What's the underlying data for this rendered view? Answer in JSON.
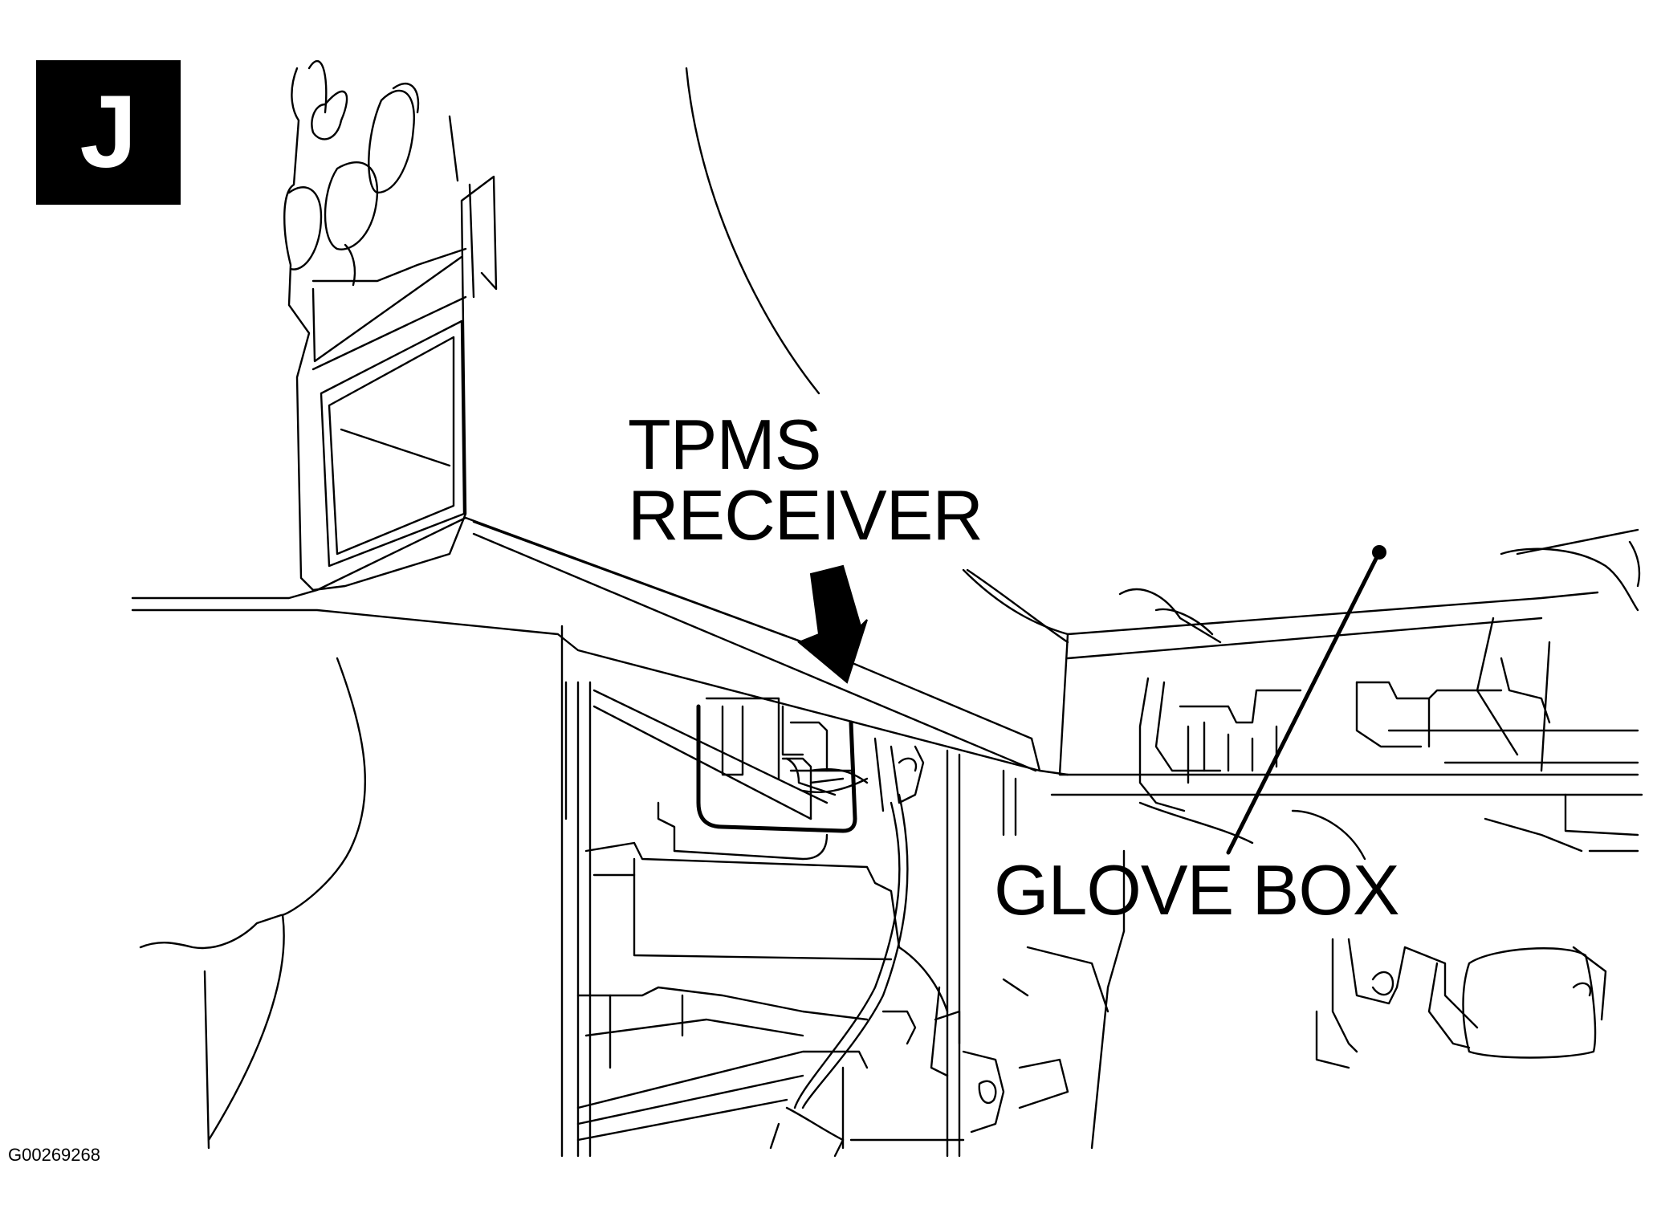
{
  "figure": {
    "badge_letter": "J",
    "figure_id": "G00269268"
  },
  "callouts": {
    "tpms_receiver": "TPMS\nRECEIVER",
    "glove_box": "GLOVE BOX"
  }
}
